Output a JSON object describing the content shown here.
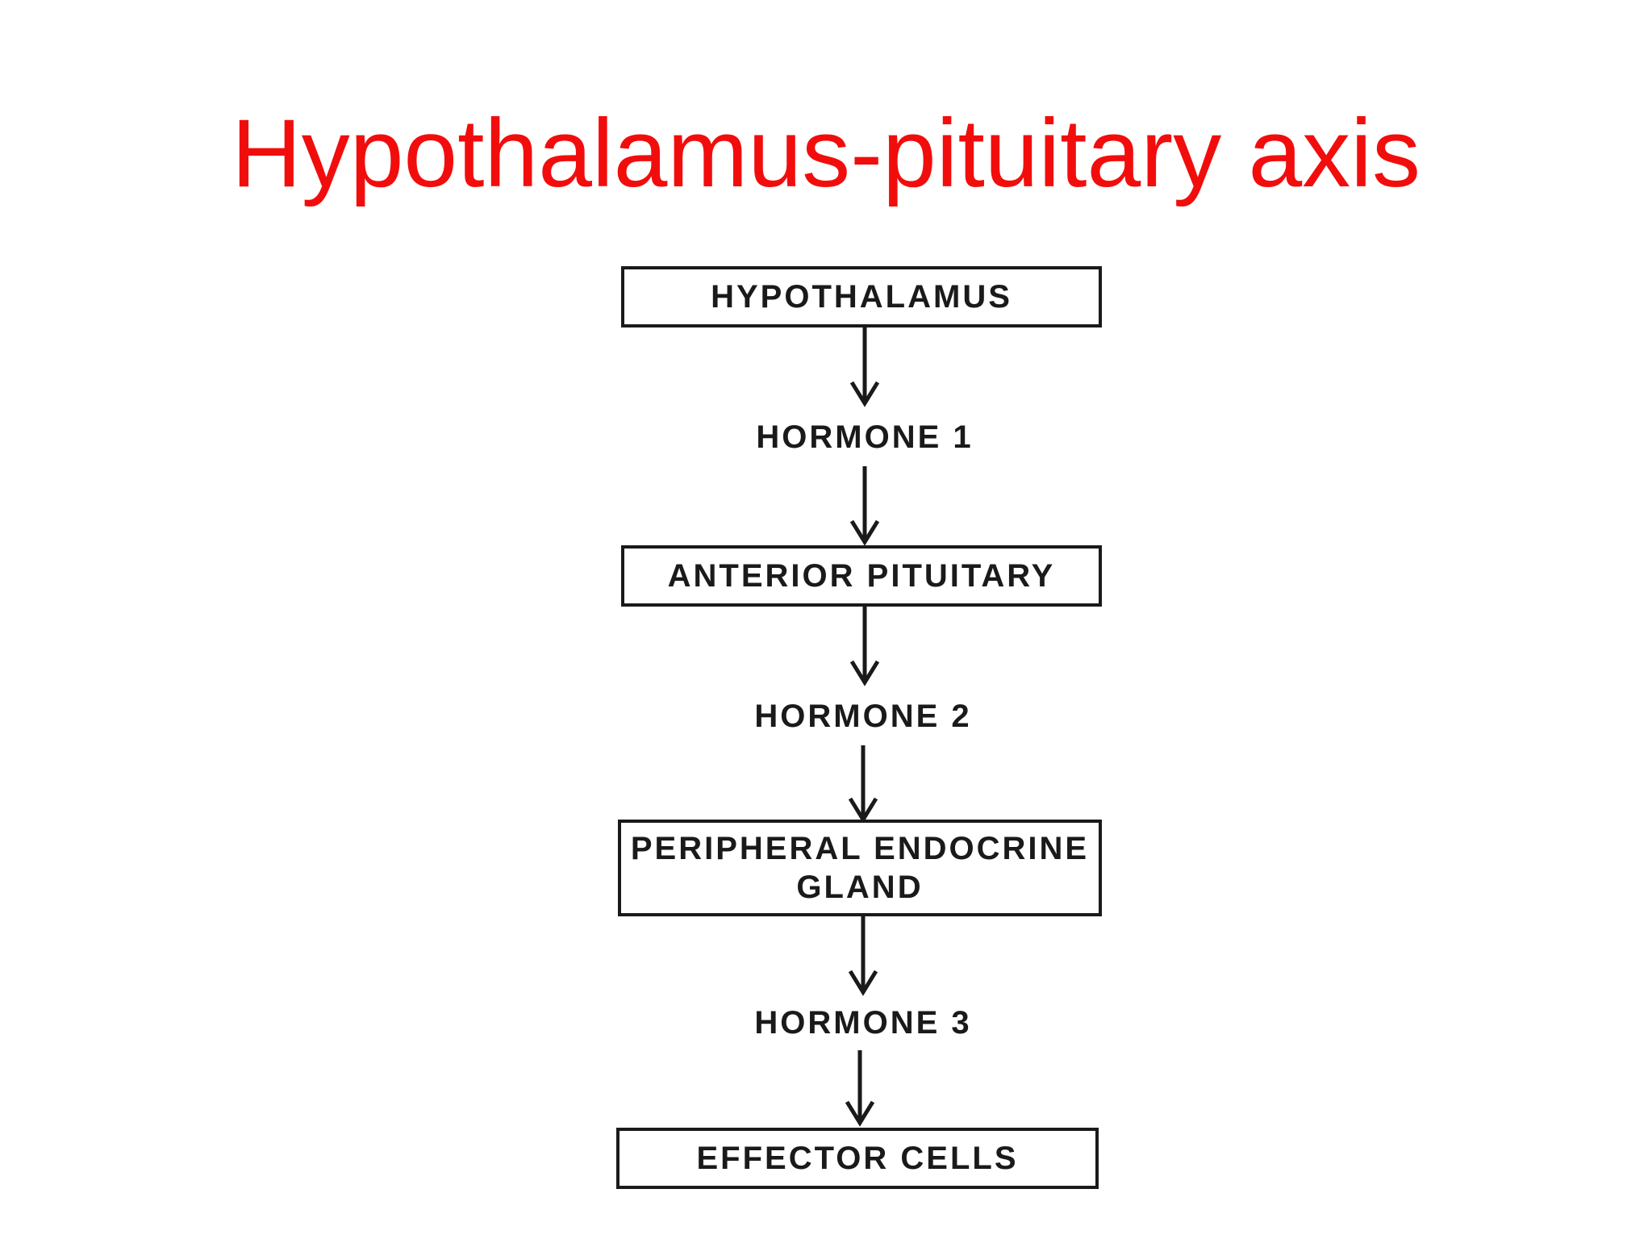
{
  "slide": {
    "title": "Hypothalamus-pituitary axis",
    "title_color": "#f20d0d"
  },
  "diagram": {
    "line_color": "#1a1a1a",
    "nodes": {
      "hypothalamus": "HYPOTHALAMUS",
      "hormone_1": "HORMONE 1",
      "anterior_pituitary": "ANTERIOR PITUITARY",
      "hormone_2": "HORMONE 2",
      "peripheral_gland_line1": "PERIPHERAL ENDOCRINE",
      "peripheral_gland_line2": "GLAND",
      "hormone_3": "HORMONE 3",
      "effector_cells": "EFFECTOR CELLS"
    }
  }
}
